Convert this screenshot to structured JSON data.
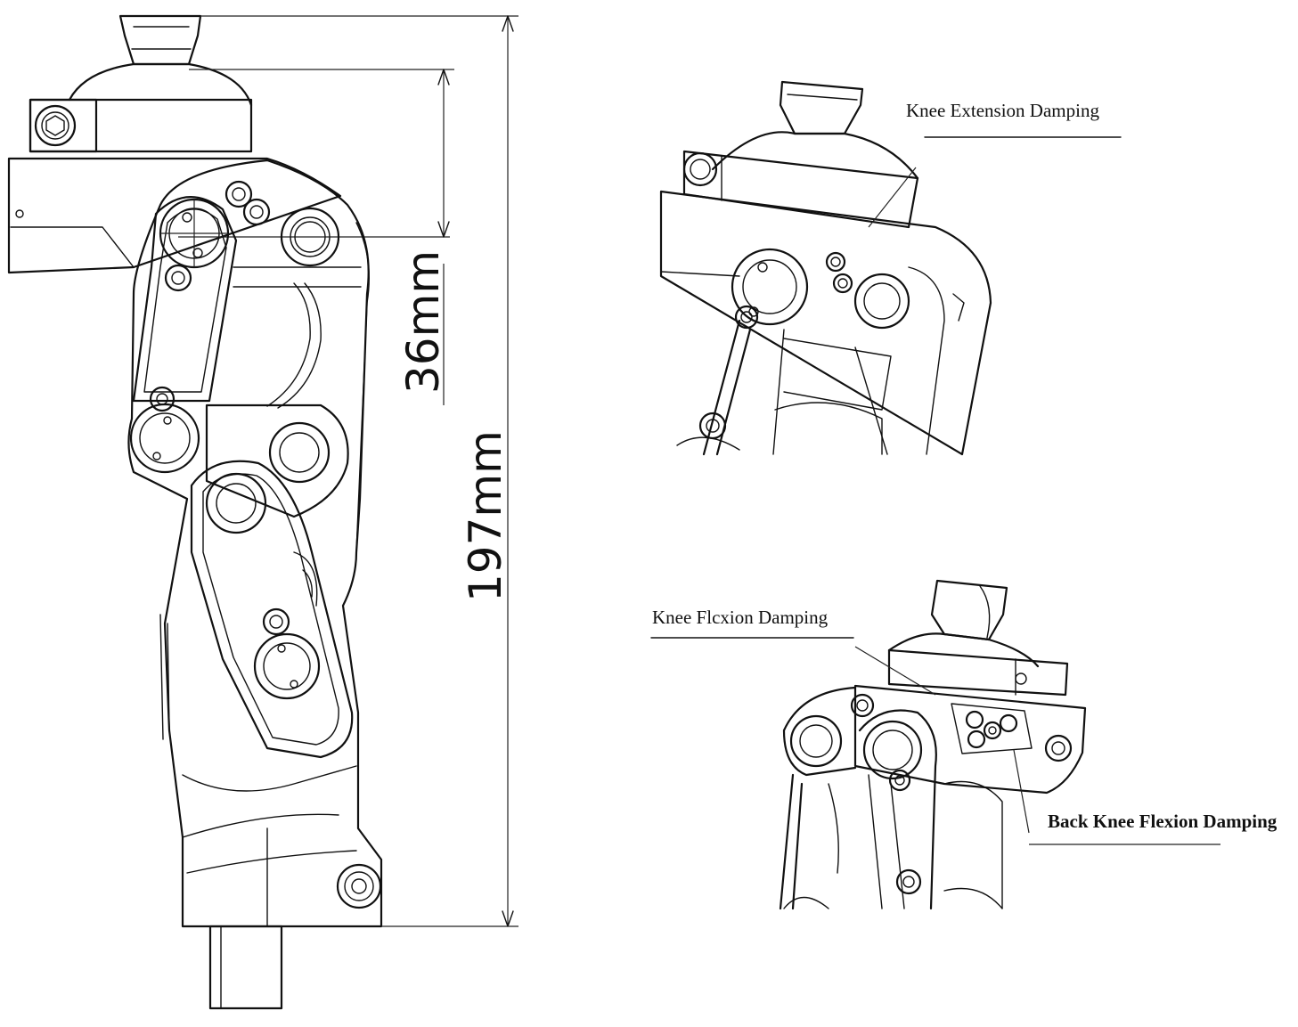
{
  "labels": {
    "knee_extension": "Knee Extension Damping",
    "knee_flexion": "Knee Flcxion Damping",
    "back_knee_flexion": "Back Knee Flexion Damping"
  },
  "dimensions": {
    "upper": "36mm",
    "total": "197mm"
  },
  "colors": {
    "line": "#111111",
    "background": "#ffffff"
  }
}
